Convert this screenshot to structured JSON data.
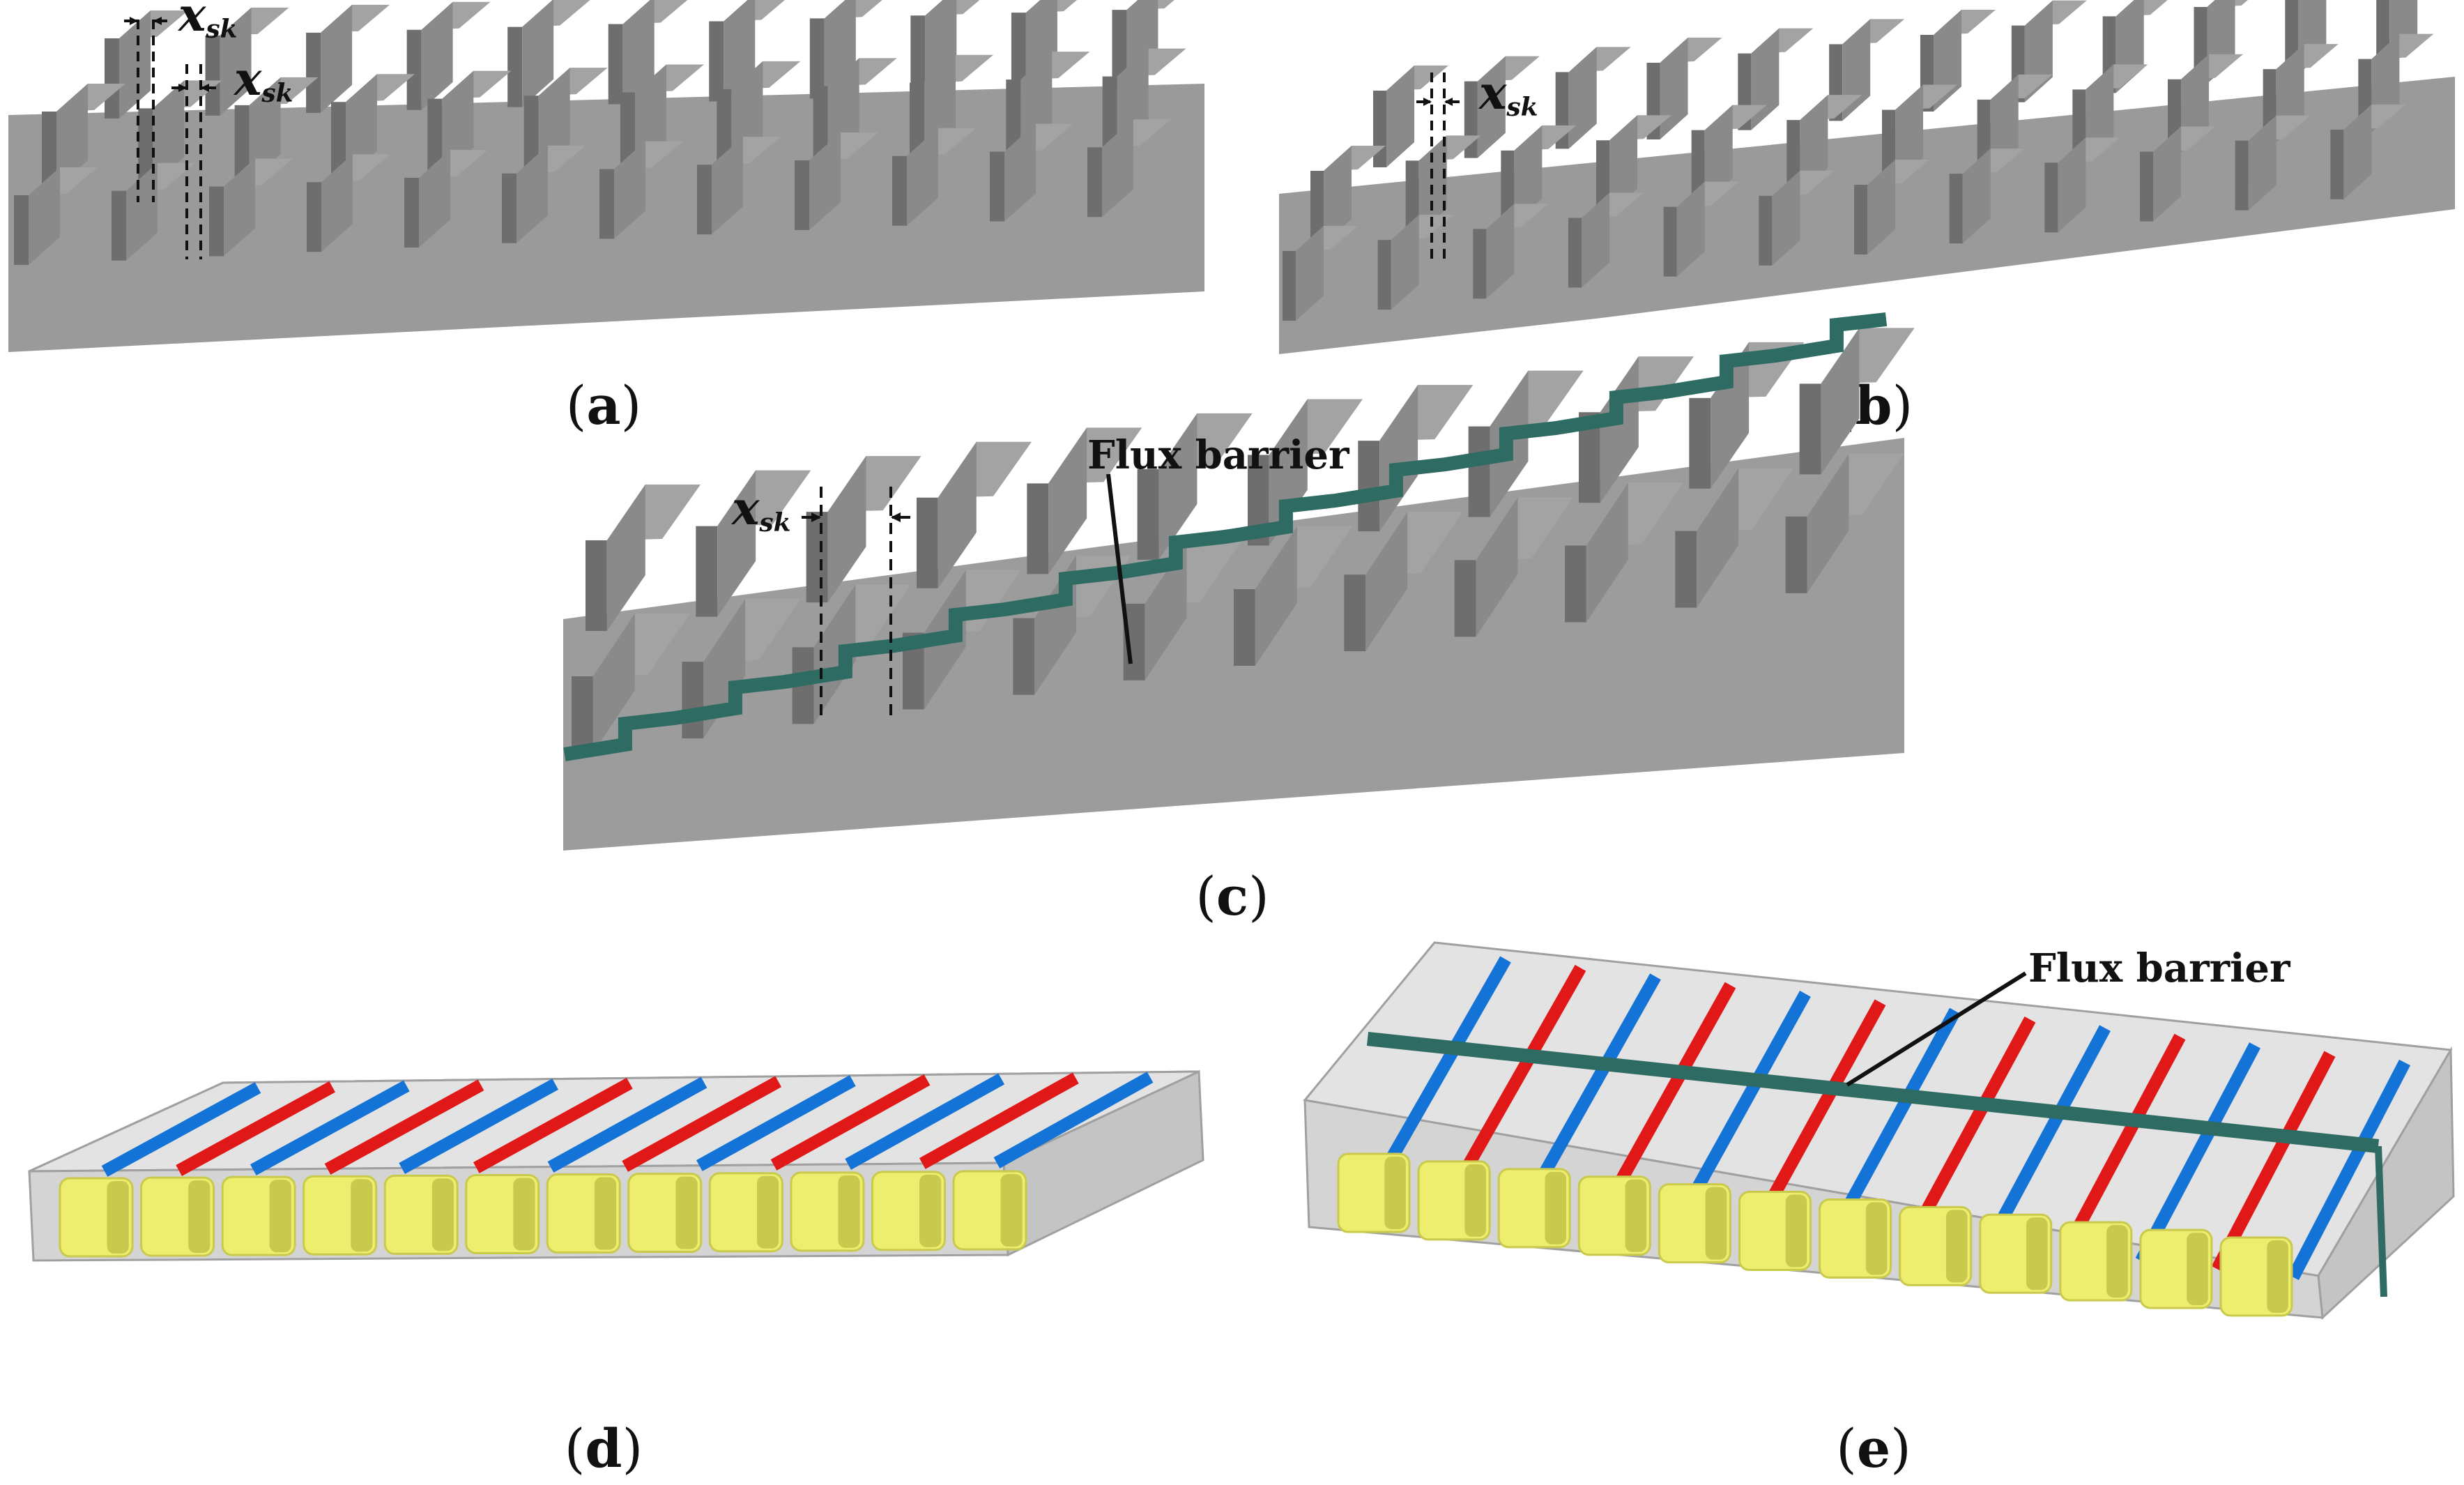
{
  "panels": {
    "a": {
      "label_open": "(",
      "label_letter": "a",
      "label_close": ")"
    },
    "b": {
      "label_open": "(",
      "label_letter": "b",
      "label_close": ")"
    },
    "c": {
      "label_open": "(",
      "label_letter": "c",
      "label_close": ")",
      "annotation": "Flux barrier"
    },
    "d": {
      "label_open": "(",
      "label_letter": "d",
      "label_close": ")"
    },
    "e": {
      "label_open": "(",
      "label_letter": "e",
      "label_close": ")",
      "annotation": "Flux barrier"
    }
  },
  "dimension": {
    "symbol": "x",
    "subscript": "sk"
  },
  "colors": {
    "steel_top": "#a3a3a3",
    "steel_dark": "#6e6e6e",
    "steel_base": "#9a9a9a",
    "flux_barrier": "#2e6b62",
    "magnet_north": "#e01818",
    "magnet_south": "#1473d6",
    "coil": "#eded6e",
    "coil_shade": "#c9c94e",
    "cover_top": "#e2e2e2",
    "cover_side": "#c4c4c4"
  }
}
